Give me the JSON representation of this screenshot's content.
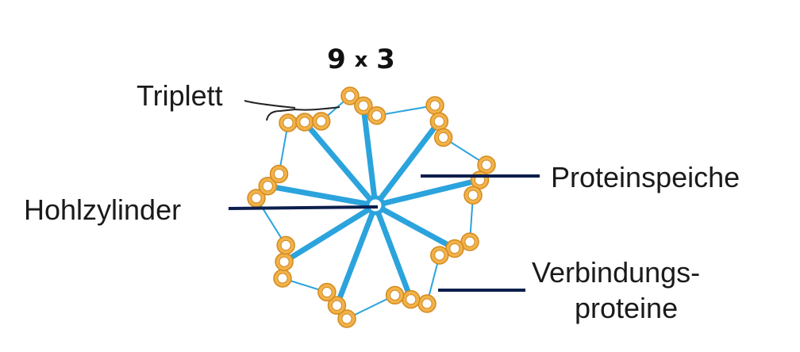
{
  "heading": {
    "count": "9",
    "times": "x",
    "per": "3"
  },
  "labels": {
    "triplet": "Triplett",
    "hollow_cylinder": "Hohlzylinder",
    "protein_spoke": "Proteinspeiche",
    "linker_line1": "Verbindungs-",
    "linker_line2": "proteine"
  },
  "structure": {
    "triplet_count": 9,
    "microtubules_per_triplet": 3
  },
  "colors": {
    "spoke": "#2ba3dc",
    "microtubule_fill": "#f1b24a",
    "microtubule_stroke": "#d48a1e",
    "leader_line": "#0c1f4d",
    "text": "#1a1a1a"
  }
}
